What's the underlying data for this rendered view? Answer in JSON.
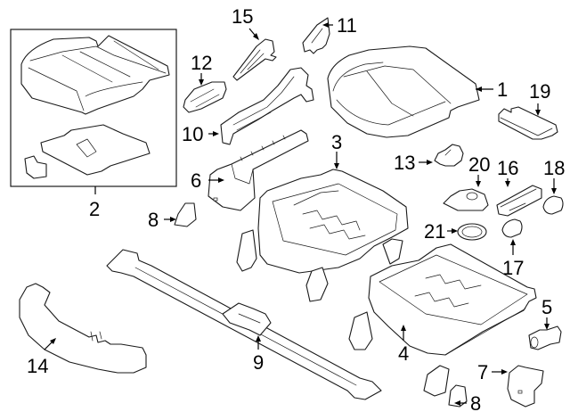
{
  "diagram": {
    "title": "Seat cushion and track components",
    "colors": {
      "line": "#1a1a1a",
      "background": "#ffffff"
    },
    "callouts": [
      {
        "number": "1",
        "part": "seat-cushion-cover"
      },
      {
        "number": "2",
        "part": "cushion-pad-kit"
      },
      {
        "number": "3",
        "part": "seat-frame"
      },
      {
        "number": "4",
        "part": "seat-frame-lower"
      },
      {
        "number": "5",
        "part": "motor"
      },
      {
        "number": "6",
        "part": "side-shield-bracket"
      },
      {
        "number": "7",
        "part": "bracket"
      },
      {
        "number": "8",
        "part": "cover"
      },
      {
        "number": "8",
        "part": "cover"
      },
      {
        "number": "9",
        "part": "crossmember"
      },
      {
        "number": "10",
        "part": "side-shield"
      },
      {
        "number": "11",
        "part": "trim-cover"
      },
      {
        "number": "12",
        "part": "switch-housing"
      },
      {
        "number": "13",
        "part": "knob"
      },
      {
        "number": "14",
        "part": "trim-panel"
      },
      {
        "number": "15",
        "part": "handle"
      },
      {
        "number": "16",
        "part": "switch"
      },
      {
        "number": "17",
        "part": "knob-small"
      },
      {
        "number": "18",
        "part": "knob-cap"
      },
      {
        "number": "19",
        "part": "module"
      },
      {
        "number": "20",
        "part": "bezel"
      },
      {
        "number": "21",
        "part": "ring"
      }
    ]
  }
}
